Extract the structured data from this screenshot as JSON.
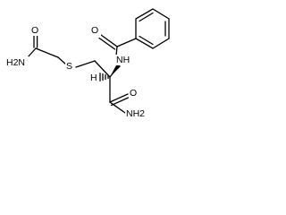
{
  "molecule": {
    "atoms": {
      "amide_o_left": "O",
      "amide_n_left": "H2N",
      "sulfur": "S",
      "benzoyl_o": "O",
      "amide_nh": "NH",
      "stereo_h": "H",
      "amide_o_bottom": "O",
      "amide_n_bottom": "NH2"
    },
    "colors": {
      "bond": "#000000",
      "text": "#000000",
      "background": "#ffffff"
    }
  }
}
